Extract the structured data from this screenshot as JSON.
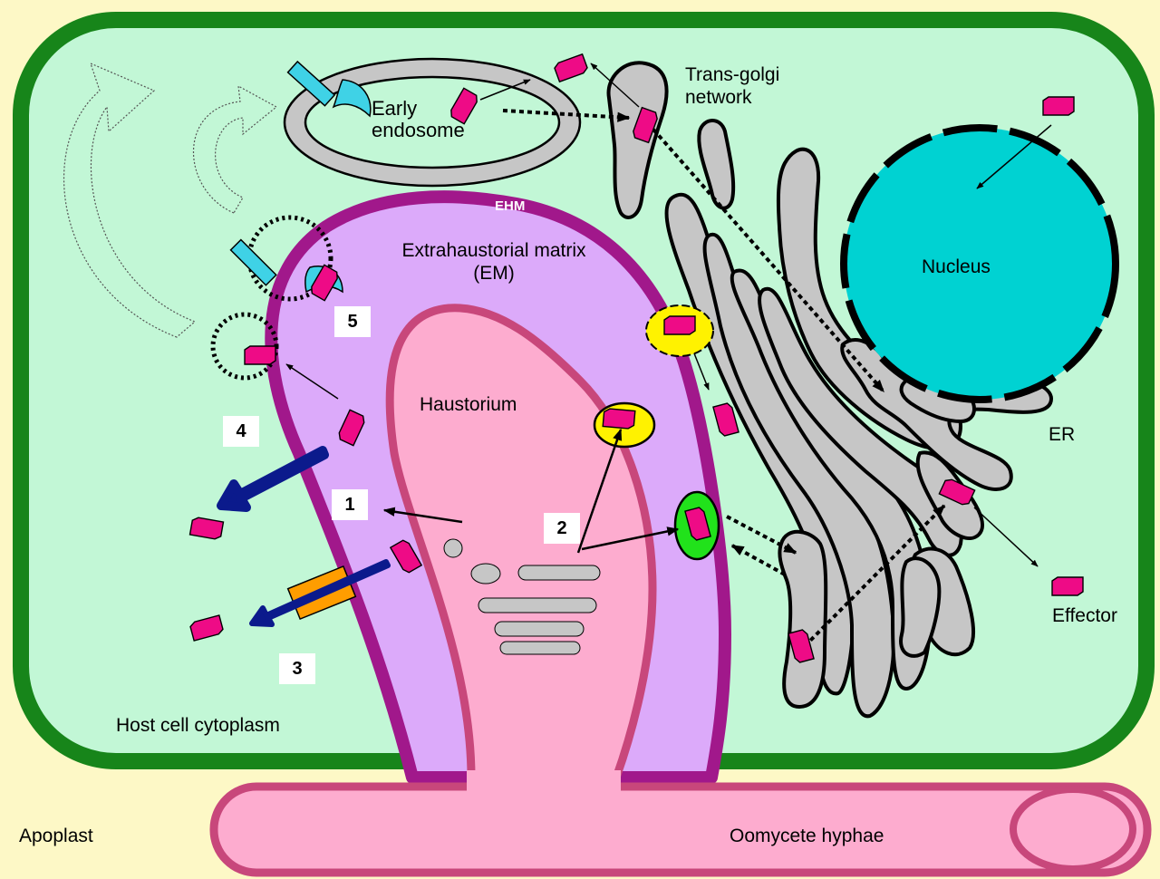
{
  "labels": {
    "early_endosome": "Early\nendosome",
    "trans_golgi": "Trans-golgi\nnetwork",
    "ehm": "EHM",
    "em": "Extrahaustorial matrix\n(EM)",
    "nucleus": "Nucleus",
    "haustorium": "Haustorium",
    "er": "ER",
    "effector": "Effector",
    "host_cytoplasm": "Host cell cytoplasm",
    "apoplast": "Apoplast",
    "hyphae": "Oomycete hyphae"
  },
  "steps": [
    "1",
    "2",
    "3",
    "4",
    "5"
  ],
  "colors": {
    "background": "#fdf8c6",
    "cell_wall": "#17851a",
    "cytoplasm": "#c2f7d6",
    "ehm_membrane": "#a1188b",
    "em_fill": "#dcaafa",
    "haustorium_fill": "#fdaccf",
    "haustorium_outline": "#c8477b",
    "nucleus": "#00d2d2",
    "organelle_grey": "#c6c6c6",
    "effector": "#ee0b86",
    "vesicle_yellow": "#fff200",
    "vesicle_green": "#21e21b",
    "transporter": "#ff9d00",
    "arrow_blue": "#0b1a8c",
    "receptor": "#3fd2e6"
  }
}
